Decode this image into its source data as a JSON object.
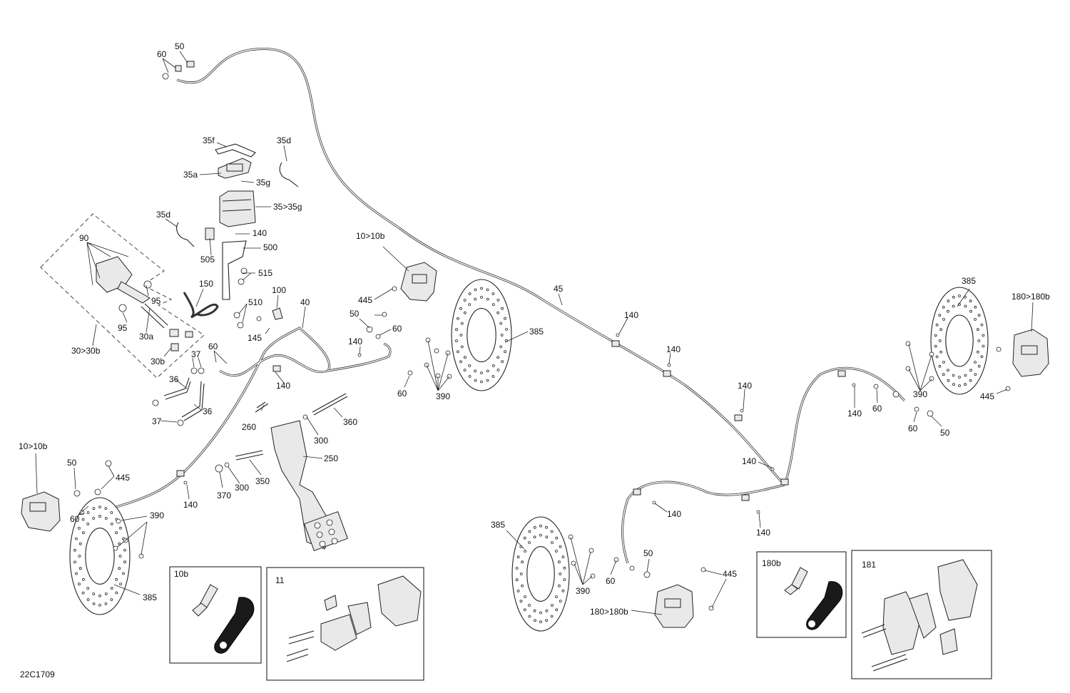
{
  "drawing_code": "22C1709",
  "labels": {
    "l_60_a": "60",
    "l_50_a": "50",
    "l_35f": "35f",
    "l_35d_a": "35d",
    "l_35a": "35a",
    "l_35g": "35g",
    "l_35_35g": "35>35g",
    "l_35d_b": "35d",
    "l_140_a": "140",
    "l_505": "505",
    "l_500": "500",
    "l_515": "515",
    "l_150": "150",
    "l_510": "510",
    "l_100": "100",
    "l_145": "145",
    "l_40": "40",
    "l_90": "90",
    "l_95_a": "95",
    "l_95_b": "95",
    "l_30a": "30a",
    "l_30b": "30b",
    "l_30_30b": "30>30b",
    "l_37_a": "37",
    "l_36_a": "36",
    "l_36_b": "36",
    "l_37_b": "37",
    "l_60_b": "60",
    "l_140_b": "140",
    "l_10_10b_a": "10>10b",
    "l_445_a": "445",
    "l_50_b": "50",
    "l_60_c": "60",
    "l_140_c": "140",
    "l_60_d": "60",
    "l_390_a": "390",
    "l_385_a": "385",
    "l_45": "45",
    "l_140_d": "140",
    "l_140_e": "140",
    "l_140_f": "140",
    "l_140_g": "140",
    "l_140_h": "140",
    "l_140_i": "140",
    "l_385_b": "385",
    "l_180_180b_a": "180>180b",
    "l_390_b": "390",
    "l_140_j": "140",
    "l_60_e": "60",
    "l_60_f": "60",
    "l_50_c": "50",
    "l_445_b": "445",
    "l_260": "260",
    "l_300_a": "300",
    "l_360": "360",
    "l_250": "250",
    "l_350": "350",
    "l_370": "370",
    "l_300_b": "300",
    "l_140_k": "140",
    "l_10_10b_b": "10>10b",
    "l_50_d": "50",
    "l_445_c": "445",
    "l_60_g": "60",
    "l_390_c": "390",
    "l_385_c": "385",
    "l_385_d": "385",
    "l_390_d": "390",
    "l_60_h": "60",
    "l_50_e": "50",
    "l_445_d": "445",
    "l_180_180b_b": "180>180b"
  },
  "boxes": {
    "box_10b": "10b",
    "box_11": "11",
    "box_180b": "180b",
    "box_181": "181"
  }
}
